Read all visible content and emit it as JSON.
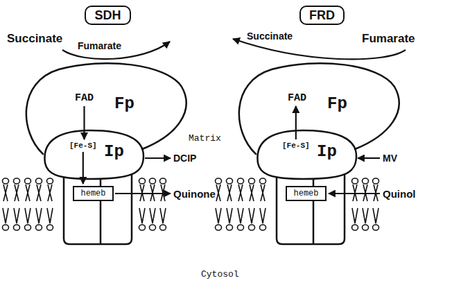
{
  "diagram": {
    "nodes": [
      {
        "text": [
          "SDH"
        ]
      },
      {
        "text": [
          "FRD"
        ]
      },
      {
        "text": [
          "FAD",
          "Fp"
        ]
      },
      {
        "text": [
          "[Fe-S]",
          "Ip"
        ]
      },
      {
        "text": [
          "hemeb"
        ]
      },
      {
        "text": [
          "FAD",
          "Fp"
        ]
      },
      {
        "text": [
          "[Fe-S]",
          "Ip"
        ]
      },
      {
        "text": [
          "hemeb"
        ]
      }
    ],
    "edges": [
      {
        "from": 2,
        "to": 3,
        "arrow": "to"
      },
      {
        "from": 3,
        "to": 4,
        "arrow": "to"
      },
      {
        "from": 6,
        "to": 5,
        "arrow": "to"
      }
    ],
    "labels": [
      "Succinate",
      "Fumarate",
      "Succinate",
      "Fumarate",
      "Matrix",
      "DCIP",
      "MV",
      "Quinone",
      "Quinol",
      "Cytosol"
    ]
  }
}
